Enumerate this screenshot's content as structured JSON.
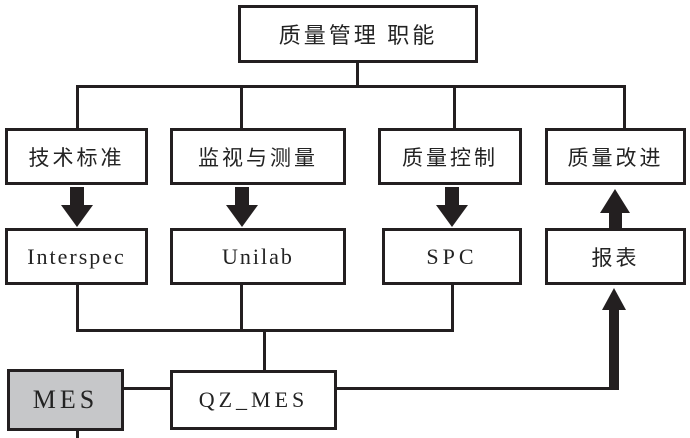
{
  "diagram": {
    "title": "质量管理 职能",
    "nodes": {
      "quality_management": "质量管理 职能",
      "tech_standard": "技术标准",
      "monitor_measure": "监视与测量",
      "quality_control": "质量控制",
      "quality_improve": "质量改进",
      "interspec": "Interspec",
      "unilab": "Unilab",
      "spc": "SPC",
      "report": "报表",
      "mes": "MES",
      "qz_mes": "QZ_MES"
    },
    "connections": [
      {
        "from": "quality_management",
        "to": "tech_standard",
        "type": "line"
      },
      {
        "from": "quality_management",
        "to": "monitor_measure",
        "type": "line"
      },
      {
        "from": "quality_management",
        "to": "quality_control",
        "type": "line"
      },
      {
        "from": "quality_management",
        "to": "quality_improve",
        "type": "line"
      },
      {
        "from": "tech_standard",
        "to": "interspec",
        "type": "thick-arrow-down"
      },
      {
        "from": "monitor_measure",
        "to": "unilab",
        "type": "thick-arrow-down"
      },
      {
        "from": "quality_control",
        "to": "spc",
        "type": "thick-arrow-down"
      },
      {
        "from": "report",
        "to": "quality_improve",
        "type": "thick-arrow-up"
      },
      {
        "from": "interspec",
        "to": "qz_mes",
        "type": "line"
      },
      {
        "from": "unilab",
        "to": "qz_mes",
        "type": "line"
      },
      {
        "from": "spc",
        "to": "qz_mes",
        "type": "line"
      },
      {
        "from": "mes",
        "to": "qz_mes",
        "type": "line"
      },
      {
        "from": "qz_mes",
        "to": "report",
        "type": "thick-arrow-up"
      }
    ],
    "colors": {
      "line": "#231f20",
      "text": "#232323",
      "mes_fill": "#c6c7c9",
      "background": "#ffffff"
    }
  }
}
